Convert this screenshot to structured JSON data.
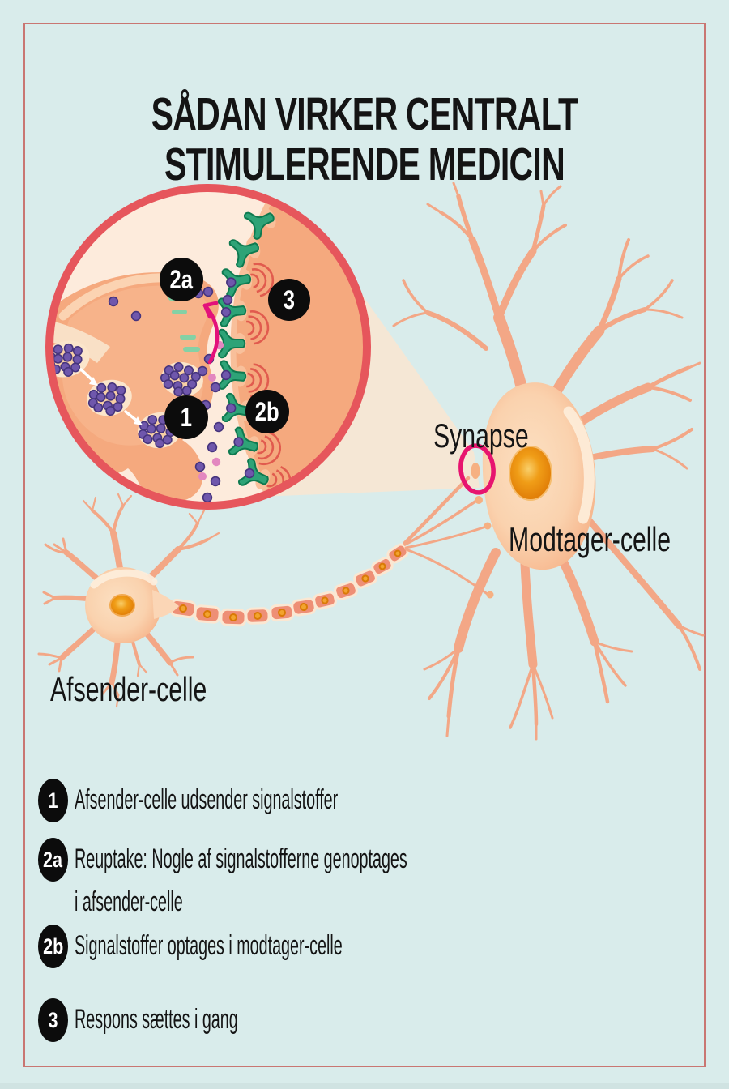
{
  "title": {
    "line1": "SÅDAN VIRKER CENTRALT",
    "line2": "STIMULERENDE MEDICIN"
  },
  "diagram": {
    "synapse_label": "Synapse",
    "receiver_label": "Modtager-celle",
    "sender_label": "Afsender-celle",
    "badges": {
      "b1": "1",
      "b2a": "2a",
      "b2b": "2b",
      "b3": "3"
    }
  },
  "legend": {
    "items": [
      {
        "num": "1",
        "line1": "Afsender-celle udsender signalstoffer",
        "line2": ""
      },
      {
        "num": "2a",
        "line1": "Reuptake: Nogle af signalstofferne genoptages",
        "line2": "i afsender-celle"
      },
      {
        "num": "2b",
        "line1": "Signalstoffer optages i modtager-celle",
        "line2": ""
      },
      {
        "num": "3",
        "line1": "Respons sættes i gang",
        "line2": ""
      }
    ]
  },
  "colors": {
    "bg": "#d9eceb",
    "frame": "#c97672",
    "ring": "#e6565c",
    "circlefill": "#fdebdc",
    "beam": "#f5e7d5",
    "salmon": "#f5a97e",
    "text": "#141414",
    "badgebg": "#0c0c0c",
    "magenta": "#e3117a",
    "green": "#2ea377",
    "greendark": "#0e7a50"
  }
}
